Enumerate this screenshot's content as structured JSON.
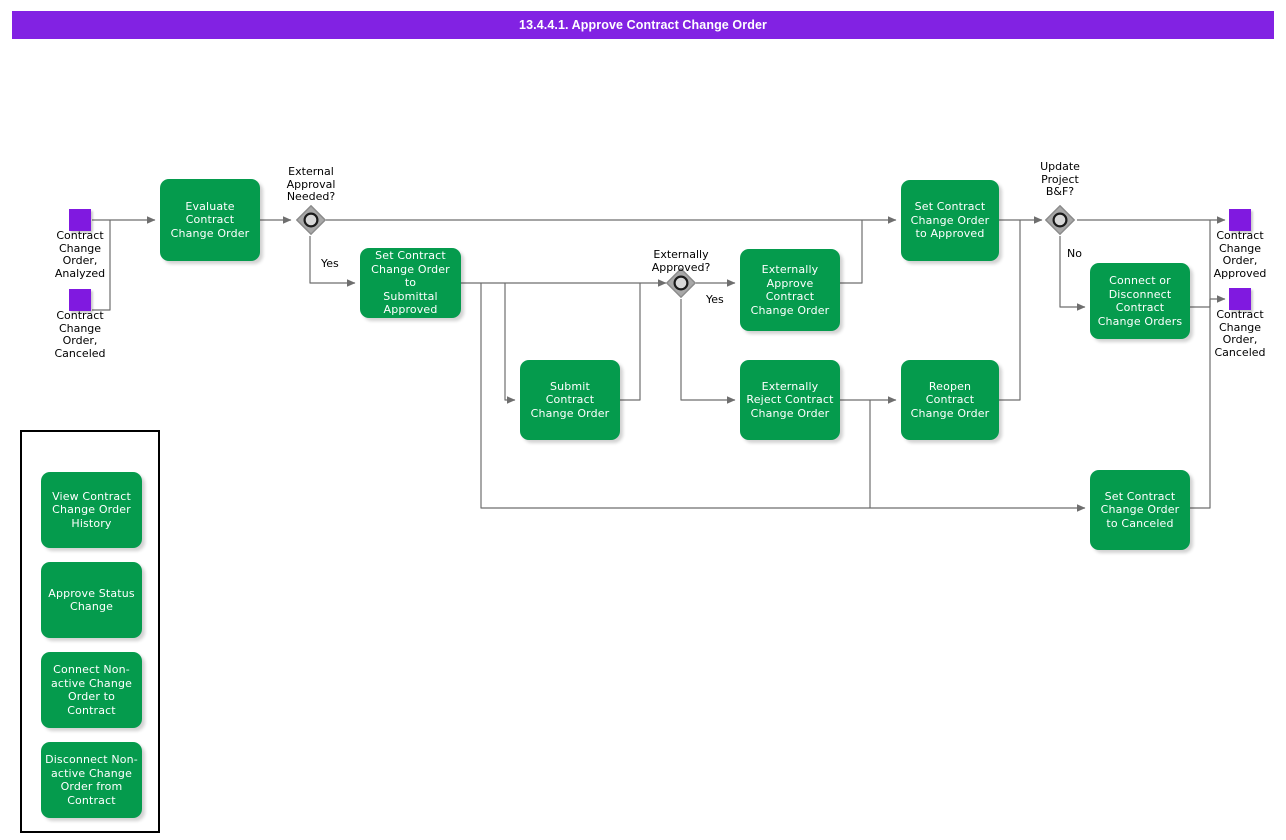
{
  "title": {
    "text": "13.4.4.1. Approve Contract Change Order"
  },
  "colors": {
    "title_bar": "#8222e3",
    "task_fill": "#059b4d",
    "event_fill": "#8019e0",
    "gateway_fill": "#a0a0a0",
    "connector": "#6e6e6e",
    "text_light": "#ffffff",
    "text_dark": "#000000"
  },
  "diagram": {
    "type": "bpmn-process-flow",
    "start_events": [
      {
        "id": "start-analyzed",
        "label": "Contract\nChange\nOrder,\nAnalyzed"
      },
      {
        "id": "start-canceled",
        "label": "Contract\nChange\nOrder,\nCanceled"
      }
    ],
    "end_events": [
      {
        "id": "end-approved",
        "label": "Contract\nChange\nOrder,\nApproved"
      },
      {
        "id": "end-canceled",
        "label": "Contract\nChange\nOrder,\nCanceled"
      }
    ],
    "gateways": [
      {
        "id": "gw-external-approval",
        "label": "External\nApproval\nNeeded?"
      },
      {
        "id": "gw-externally-approved",
        "label": "Externally\nApproved?"
      },
      {
        "id": "gw-update-project",
        "label": "Update\nProject\nB&F?"
      }
    ],
    "tasks": [
      {
        "id": "task-evaluate",
        "label": "Evaluate\nContract\nChange Order"
      },
      {
        "id": "task-set-submittal-approved",
        "label": "Set Contract\nChange Order to\nSubmittal\nApproved"
      },
      {
        "id": "task-submit",
        "label": "Submit\nContract\nChange Order"
      },
      {
        "id": "task-externally-approve",
        "label": "Externally\nApprove\nContract\nChange Order"
      },
      {
        "id": "task-externally-reject",
        "label": "Externally\nReject Contract\nChange Order"
      },
      {
        "id": "task-set-approved",
        "label": "Set Contract\nChange Order\nto Approved"
      },
      {
        "id": "task-reopen",
        "label": "Reopen Contract\nChange Order"
      },
      {
        "id": "task-connect-disconnect",
        "label": "Connect or\nDisconnect\nContract\nChange Orders"
      },
      {
        "id": "task-set-canceled",
        "label": "Set Contract\nChange Order\nto Canceled"
      }
    ],
    "flow_labels": [
      {
        "id": "label-yes-external",
        "text": "Yes"
      },
      {
        "id": "label-yes-externally-approved",
        "text": "Yes"
      },
      {
        "id": "label-no-update-project",
        "text": "No"
      }
    ]
  },
  "legend": {
    "items": [
      {
        "id": "legend-view-history",
        "label": "View Contract\nChange Order\nHistory"
      },
      {
        "id": "legend-approve-status",
        "label": "Approve Status\nChange"
      },
      {
        "id": "legend-connect-nonactive",
        "label": "Connect Non-\nactive Change\nOrder to\nContract"
      },
      {
        "id": "legend-disconnect-nonactive",
        "label": "Disconnect Non-\nactive Change\nOrder from\nContract"
      }
    ]
  }
}
